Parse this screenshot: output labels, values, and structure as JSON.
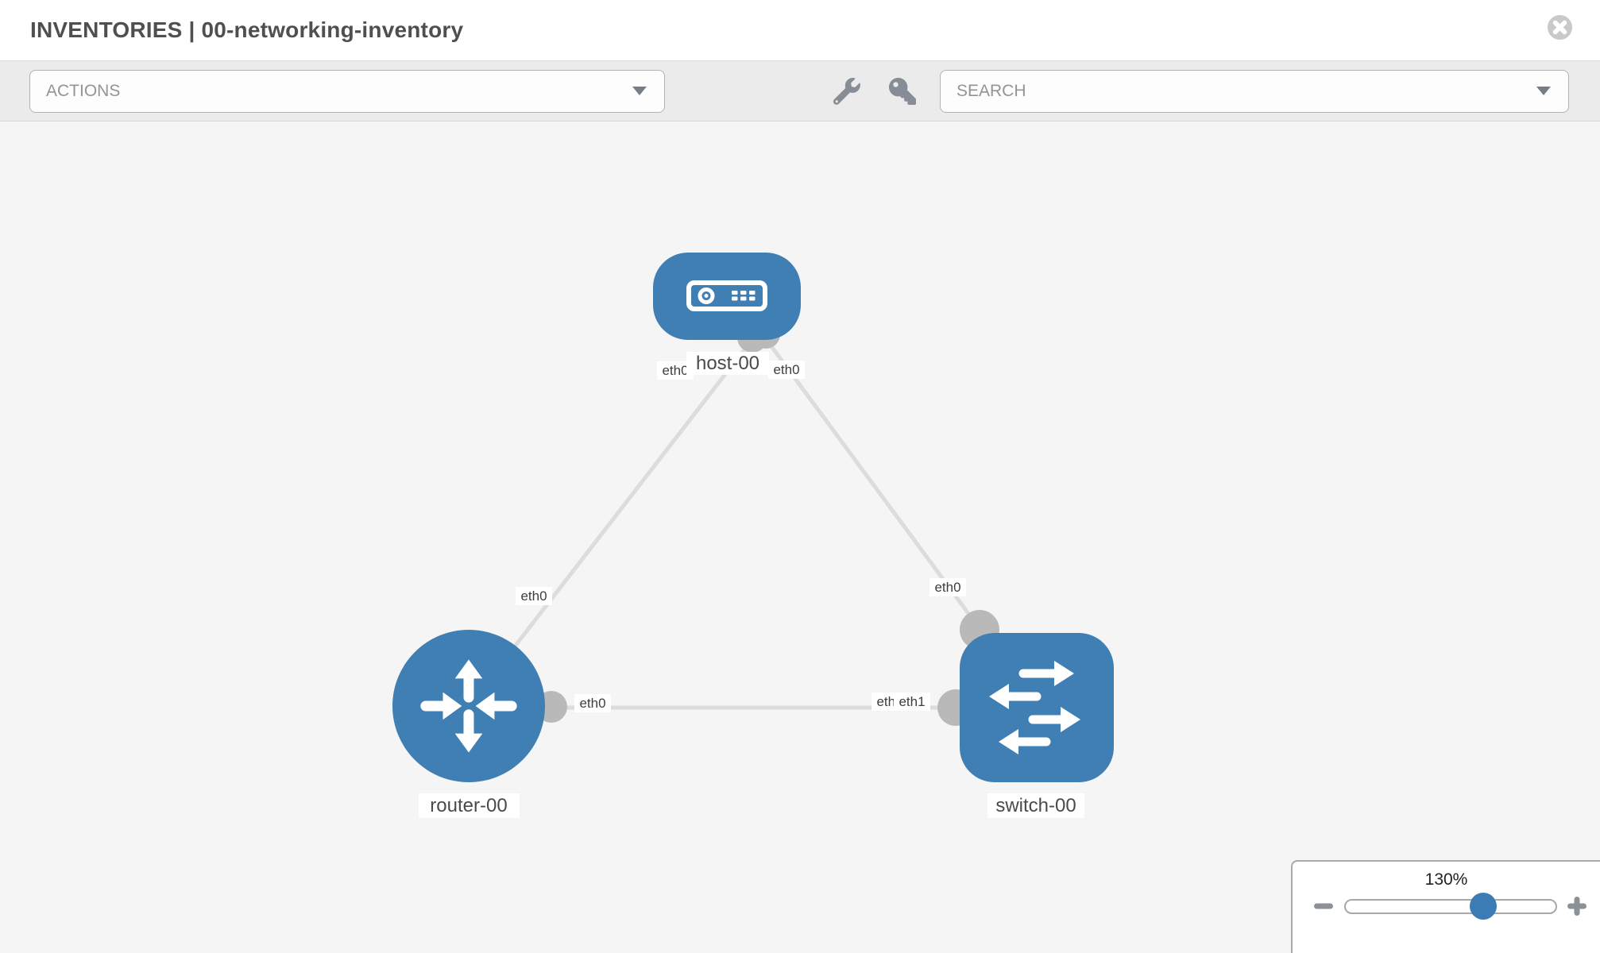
{
  "header": {
    "title": "INVENTORIES | 00-networking-inventory",
    "close_icon": "close-icon"
  },
  "toolbar": {
    "actions": {
      "label": "ACTIONS",
      "caret_icon": "chevron-down-icon"
    },
    "wrench_icon": "wrench-icon",
    "key_icon": "key-icon",
    "search": {
      "placeholder": "SEARCH",
      "caret_icon": "chevron-down-icon"
    }
  },
  "topology": {
    "nodes": [
      {
        "label": "host-00",
        "type": "host",
        "icon": "host-icon"
      },
      {
        "label": "router-00",
        "type": "router",
        "icon": "router-icon"
      },
      {
        "label": "switch-00",
        "type": "switch",
        "icon": "switch-icon"
      }
    ],
    "links": [
      {
        "source": "host-00",
        "source_interface": "eth0",
        "target": "router-00",
        "target_interface": "eth0"
      },
      {
        "source": "host-00",
        "source_interface": "eth0",
        "target": "switch-00",
        "target_interface": "eth0"
      },
      {
        "source": "router-00",
        "source_interface": "eth0",
        "target": "switch-00",
        "target_interface": "eth1"
      }
    ],
    "labels": {
      "host": "host-00",
      "router": "router-00",
      "switch": "switch-00",
      "host_left_if": "eth0",
      "host_right_if": "eth0",
      "router_top_if": "eth0",
      "router_right_if": "eth0",
      "switch_top_if": "eth0",
      "switch_left_back_if": "eth0",
      "switch_left_front_if": "eth1"
    },
    "colors": {
      "node_blue": "#3f7fb4",
      "link_gray": "#dcdcdc",
      "port_gray": "#b9b9b9",
      "label_bg": "#ffffff"
    }
  },
  "zoom_control": {
    "value": "130%",
    "minus_icon": "minus-icon",
    "plus_icon": "plus-icon"
  }
}
